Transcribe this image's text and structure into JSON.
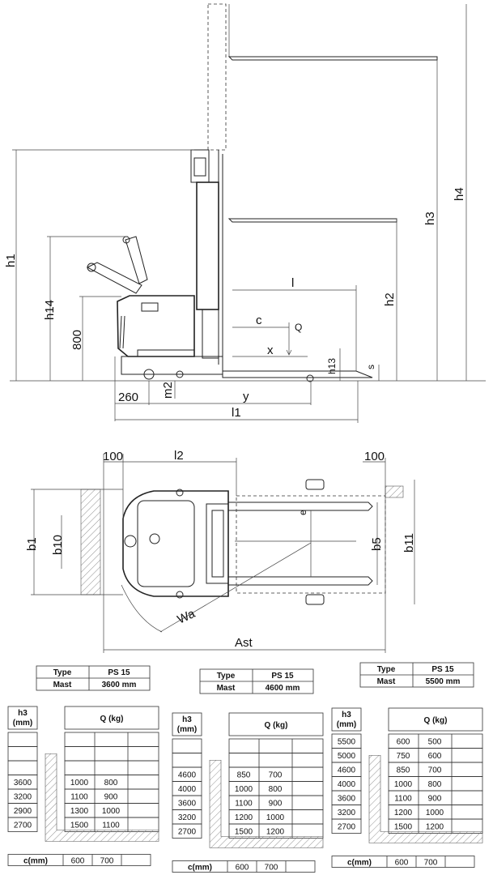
{
  "side_view": {
    "labels": {
      "h1": "h1",
      "h14": "h14",
      "d800": "800",
      "d260": "260",
      "m2": "m2",
      "y": "y",
      "l1": "l1",
      "l": "l",
      "c": "c",
      "x": "x",
      "h13": "h13",
      "s": "s",
      "h2": "h2",
      "h3": "h3",
      "h4": "h4",
      "q": "Q"
    }
  },
  "top_view": {
    "labels": {
      "d100_left": "100",
      "l2": "l2",
      "d100_right": "100",
      "b1": "b1",
      "b10": "b10",
      "b5": "b5",
      "b11": "b11",
      "e": "e",
      "wa": "Wa",
      "ast": "Ast"
    }
  },
  "tables": [
    {
      "type_label": "Type",
      "type_value": "PS 15",
      "mast_label": "Mast",
      "mast_value": "3600 mm",
      "h3_header": "h3\n(mm)",
      "q_header": "Q (kg)",
      "rows": [
        {
          "h3": "",
          "q1": "",
          "q2": ""
        },
        {
          "h3": "",
          "q1": "",
          "q2": ""
        },
        {
          "h3": "",
          "q1": "",
          "q2": ""
        },
        {
          "h3": "3600",
          "q1": "1000",
          "q2": "800"
        },
        {
          "h3": "3200",
          "q1": "1100",
          "q2": "900"
        },
        {
          "h3": "2900",
          "q1": "1300",
          "q2": "1000"
        },
        {
          "h3": "2700",
          "q1": "1500",
          "q2": "1100"
        }
      ],
      "c_label": "c(mm)",
      "c1": "600",
      "c2": "700"
    },
    {
      "type_label": "Type",
      "type_value": "PS 15",
      "mast_label": "Mast",
      "mast_value": "4600 mm",
      "h3_header": "h3\n(mm)",
      "q_header": "Q (kg)",
      "rows": [
        {
          "h3": "",
          "q1": "",
          "q2": ""
        },
        {
          "h3": "",
          "q1": "",
          "q2": ""
        },
        {
          "h3": "4600",
          "q1": "850",
          "q2": "700"
        },
        {
          "h3": "4000",
          "q1": "1000",
          "q2": "800"
        },
        {
          "h3": "3600",
          "q1": "1100",
          "q2": "900"
        },
        {
          "h3": "3200",
          "q1": "1200",
          "q2": "1000"
        },
        {
          "h3": "2700",
          "q1": "1500",
          "q2": "1200"
        }
      ],
      "c_label": "c(mm)",
      "c1": "600",
      "c2": "700"
    },
    {
      "type_label": "Type",
      "type_value": "PS 15",
      "mast_label": "Mast",
      "mast_value": "5500 mm",
      "h3_header": "h3\n(mm)",
      "q_header": "Q (kg)",
      "rows": [
        {
          "h3": "5500",
          "q1": "600",
          "q2": "500"
        },
        {
          "h3": "5000",
          "q1": "750",
          "q2": "600"
        },
        {
          "h3": "4600",
          "q1": "850",
          "q2": "700"
        },
        {
          "h3": "4000",
          "q1": "1000",
          "q2": "800"
        },
        {
          "h3": "3600",
          "q1": "1100",
          "q2": "900"
        },
        {
          "h3": "3200",
          "q1": "1200",
          "q2": "1000"
        },
        {
          "h3": "2700",
          "q1": "1500",
          "q2": "1200"
        }
      ],
      "c_label": "c(mm)",
      "c1": "600",
      "c2": "700"
    }
  ]
}
